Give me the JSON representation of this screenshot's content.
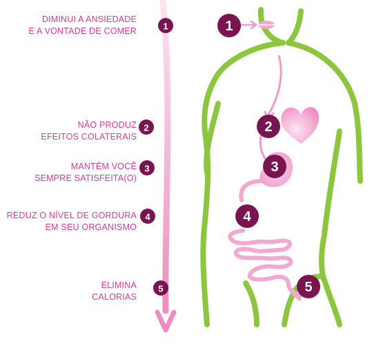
{
  "colors": {
    "magenta_text": "#d63a9c",
    "badge_fill": "#7a1450",
    "body_outline": "#8cc63f",
    "arrow_pink": "#ee9cc7",
    "organ_pink": "#f3a8cf",
    "organ_fill": "#f7c5e0"
  },
  "benefits": [
    {
      "number": "1",
      "line1": "DIMINUI A ANSIEDADE",
      "line2": "E A VONTADE DE COMER"
    },
    {
      "number": "2",
      "line1": "NÃO PRODUZ",
      "line2": "EFEITOS COLATERAIS"
    },
    {
      "number": "3",
      "line1": "MANTÉM VOCÊ",
      "line2": "SEMPRE SATISFEITA(O)"
    },
    {
      "number": "4",
      "line1": "REDUZ O NÍVEL DE GORDURA",
      "line2": "EM SEU ORGANISMO"
    },
    {
      "number": "5",
      "line1": "ELIMINA",
      "line2": "CALORIAS"
    }
  ],
  "body_markers": [
    "1",
    "2",
    "3",
    "4",
    "5"
  ]
}
